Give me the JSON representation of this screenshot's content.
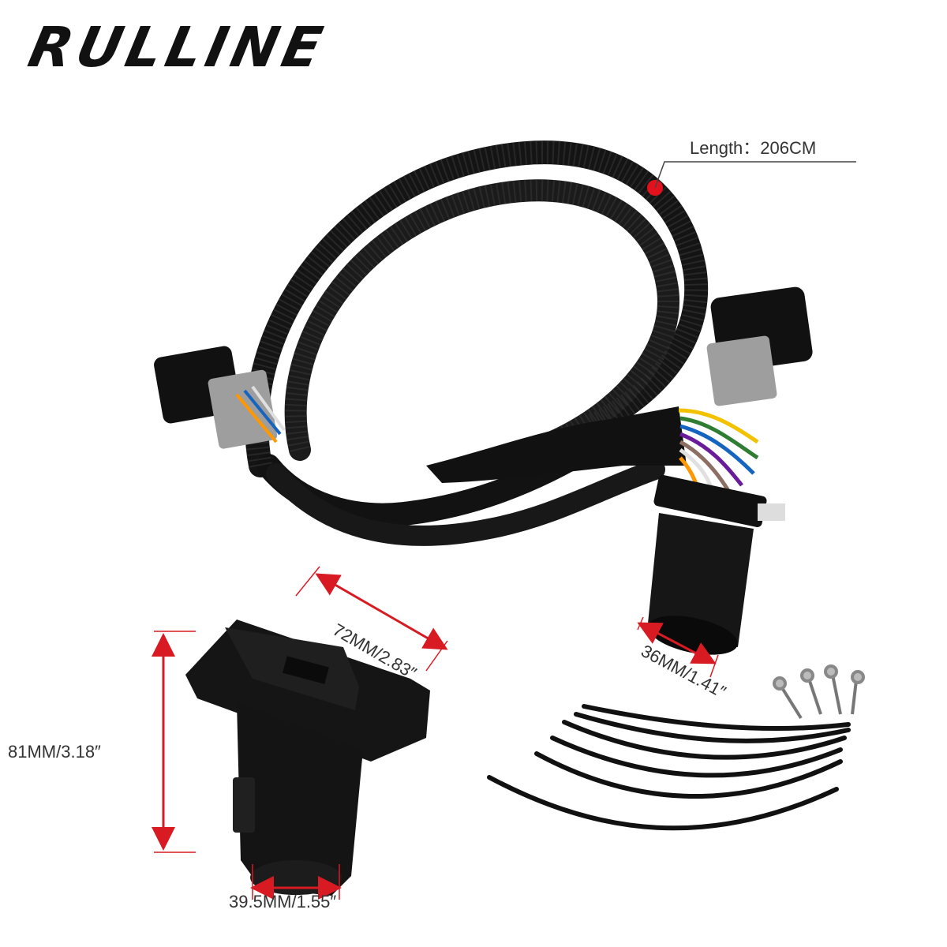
{
  "brand": {
    "logo_text": "RULLINE"
  },
  "callouts": {
    "cable_length": "Length：206CM"
  },
  "dimensions": {
    "connector_width": "72MM/2.83″",
    "plug_diameter": "36MM/1.41″",
    "connector_height": "81MM/3.18″",
    "connector_neck_width": "39.5MM/1.55″"
  },
  "colors": {
    "accent_red": "#e3111b",
    "cable_black": "#141414",
    "dimension_line": "#d81b23"
  }
}
